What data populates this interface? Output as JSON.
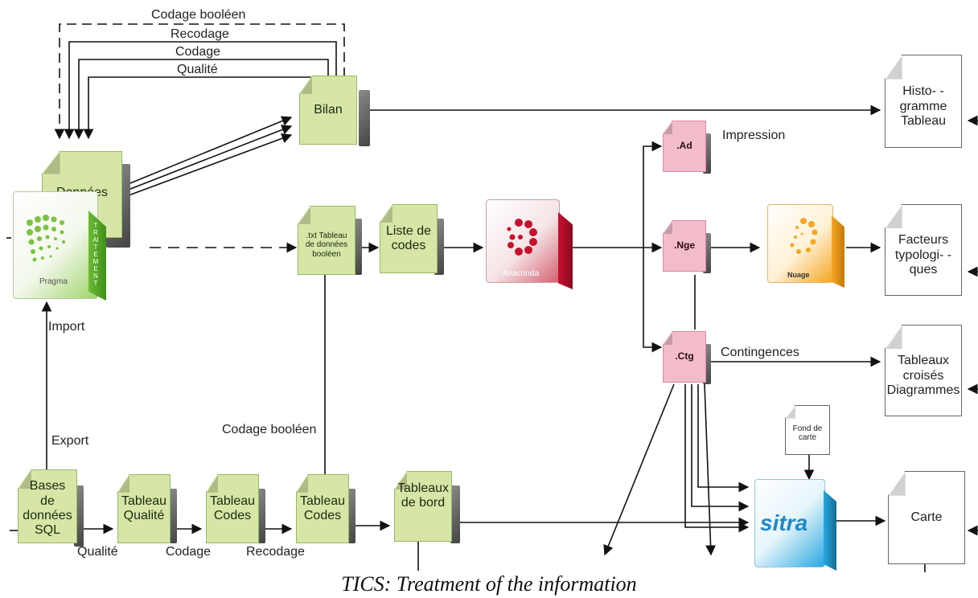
{
  "labels": {
    "codage_booleen_top": "Codage booléen",
    "recodage_top": "Recodage",
    "codage_top": "Codage",
    "qualite_top": "Qualité",
    "import": "Import",
    "export": "Export",
    "codage_booleen_mid": "Codage booléen",
    "qualite_bottom": "Qualité",
    "codage_bottom": "Codage",
    "recodage_bottom": "Recodage",
    "impression": "Impression",
    "contingences": "Contingences"
  },
  "nodes": {
    "donnees": "Données",
    "bilan": "Bilan",
    "txt_tableau": ".txt Tableau de données booléen",
    "liste_codes": "Liste de codes",
    "bases_sql": "Bases de données SQL",
    "tableau_qualite": "Tableau Qualité",
    "tableau_codes_1": "Tableau Codes",
    "tableau_codes_2": "Tableau Codes",
    "tableaux_bord": "Tableaux de bord",
    "ad": ".Ad",
    "nge": ".Nge",
    "ctg": ".Ctg",
    "histogramme": "Histo- -gramme Tableau",
    "facteurs": "Facteurs typologi- -ques",
    "tableaux_croises": "Tableaux croisés Diagrammes",
    "fond_carte": "Fond de carte",
    "carte": "Carte"
  },
  "apps": {
    "pragma": "Pragma",
    "pragma_side": "TRAITEMENT",
    "anaconda": "Anaconda",
    "nuage": "Nuage",
    "sitra": "sitra"
  },
  "caption": "TICS: Treatment of the information",
  "colors": {
    "green_doc": "#d6e6a6",
    "pink_doc": "#f3bccb",
    "pragma_green": "#7cc242",
    "anaconda_red": "#c8102e",
    "nuage_orange": "#f5a623",
    "sitra_blue": "#29a8e0"
  }
}
